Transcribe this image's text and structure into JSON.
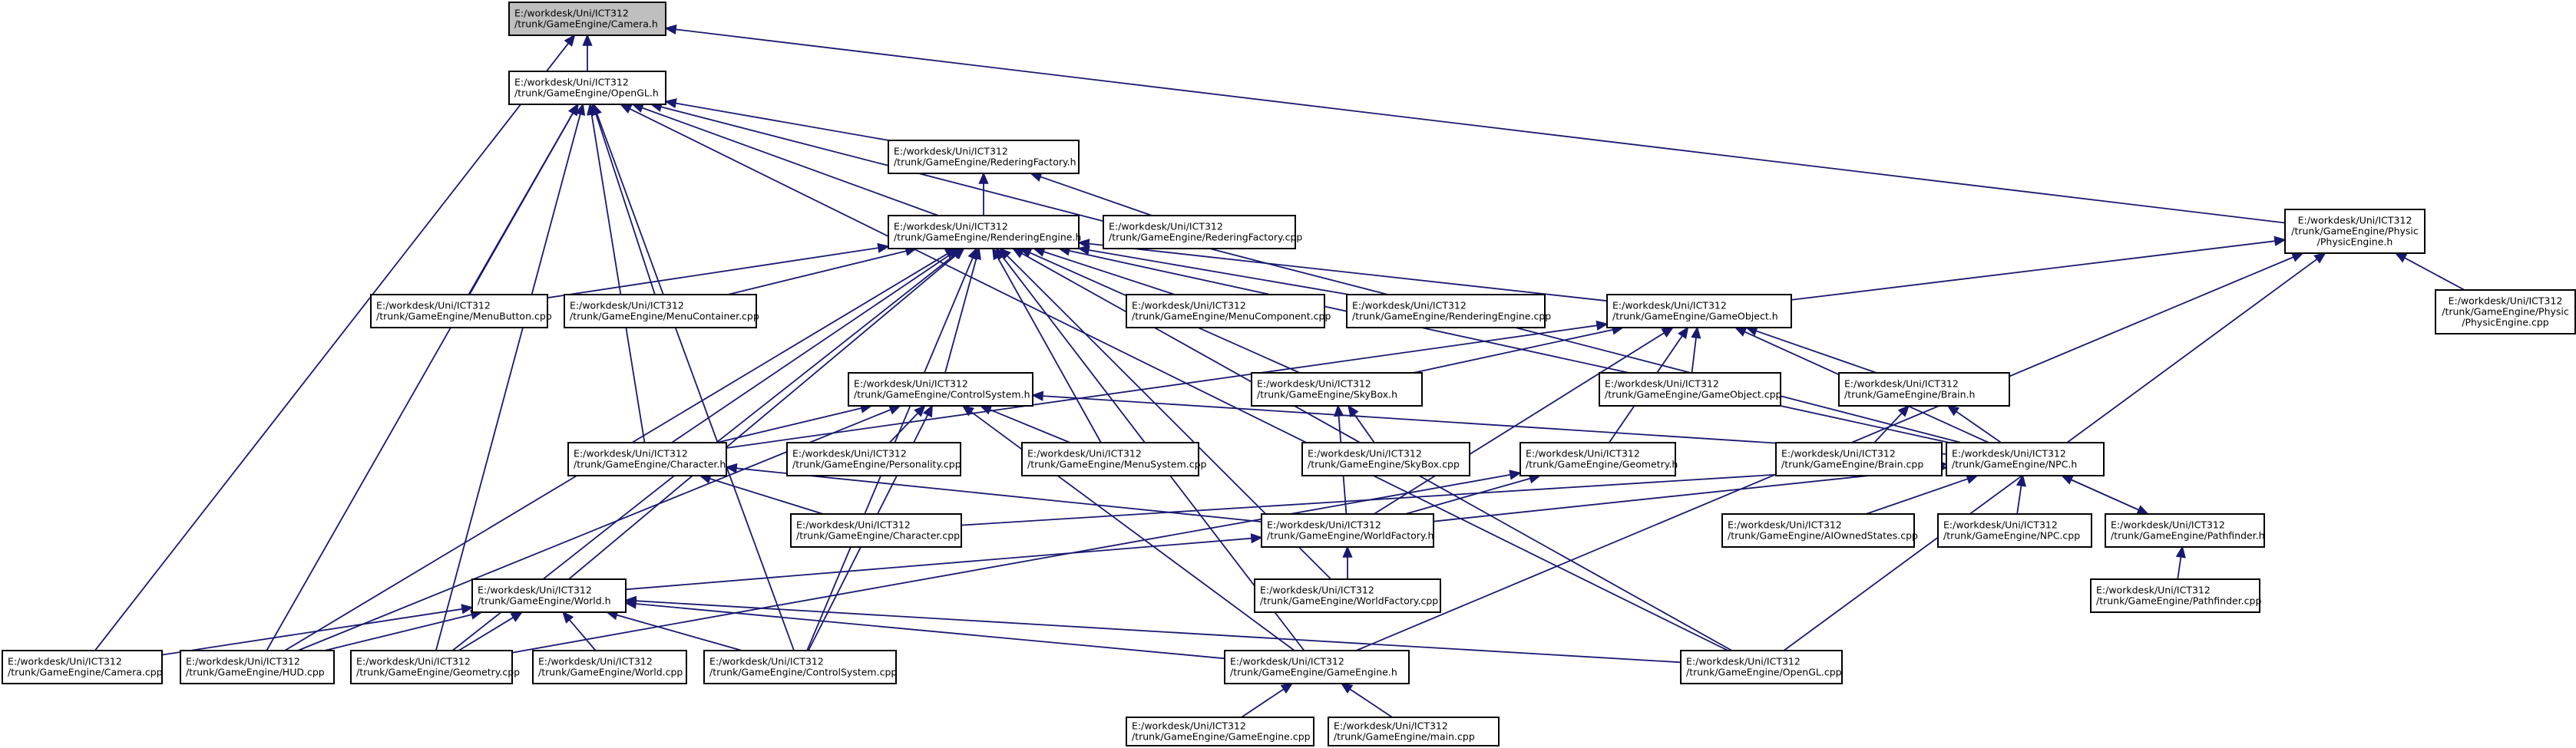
{
  "nodes": {
    "camera_h": [
      "E:/workdesk/Uni/ICT312",
      "/trunk/GameEngine/Camera.h"
    ],
    "opengl_h": [
      "E:/workdesk/Uni/ICT312",
      "/trunk/GameEngine/OpenGL.h"
    ],
    "rederingfactory_h": [
      "E:/workdesk/Uni/ICT312",
      "/trunk/GameEngine/RederingFactory.h"
    ],
    "physicengine_h": [
      "E:/workdesk/Uni/ICT312",
      "/trunk/GameEngine/Physic",
      "/PhysicEngine.h"
    ],
    "renderingengine_h": [
      "E:/workdesk/Uni/ICT312",
      "/trunk/GameEngine/RenderingEngine.h"
    ],
    "rederingfactory_cpp": [
      "E:/workdesk/Uni/ICT312",
      "/trunk/GameEngine/RederingFactory.cpp"
    ],
    "menubutton_cpp": [
      "E:/workdesk/Uni/ICT312",
      "/trunk/GameEngine/MenuButton.cpp"
    ],
    "menucontainer_cpp": [
      "E:/workdesk/Uni/ICT312",
      "/trunk/GameEngine/MenuContainer.cpp"
    ],
    "menucomponent_cpp": [
      "E:/workdesk/Uni/ICT312",
      "/trunk/GameEngine/MenuComponent.cpp"
    ],
    "renderingengine_cpp": [
      "E:/workdesk/Uni/ICT312",
      "/trunk/GameEngine/RenderingEngine.cpp"
    ],
    "gameobject_h": [
      "E:/workdesk/Uni/ICT312",
      "/trunk/GameEngine/GameObject.h"
    ],
    "physicengine_cpp": [
      "E:/workdesk/Uni/ICT312",
      "/trunk/GameEngine/Physic",
      "/PhysicEngine.cpp"
    ],
    "controlsystem_h": [
      "E:/workdesk/Uni/ICT312",
      "/trunk/GameEngine/ControlSystem.h"
    ],
    "skybox_h": [
      "E:/workdesk/Uni/ICT312",
      "/trunk/GameEngine/SkyBox.h"
    ],
    "gameobject_cpp": [
      "E:/workdesk/Uni/ICT312",
      "/trunk/GameEngine/GameObject.cpp"
    ],
    "brain_h": [
      "E:/workdesk/Uni/ICT312",
      "/trunk/GameEngine/Brain.h"
    ],
    "character_h": [
      "E:/workdesk/Uni/ICT312",
      "/trunk/GameEngine/Character.h"
    ],
    "personality_cpp": [
      "E:/workdesk/Uni/ICT312",
      "/trunk/GameEngine/Personality.cpp"
    ],
    "menusystem_cpp": [
      "E:/workdesk/Uni/ICT312",
      "/trunk/GameEngine/MenuSystem.cpp"
    ],
    "skybox_cpp": [
      "E:/workdesk/Uni/ICT312",
      "/trunk/GameEngine/SkyBox.cpp"
    ],
    "geometry_h": [
      "E:/workdesk/Uni/ICT312",
      "/trunk/GameEngine/Geometry.h"
    ],
    "brain_cpp": [
      "E:/workdesk/Uni/ICT312",
      "/trunk/GameEngine/Brain.cpp"
    ],
    "npc_h": [
      "E:/workdesk/Uni/ICT312",
      "/trunk/GameEngine/NPC.h"
    ],
    "character_cpp": [
      "E:/workdesk/Uni/ICT312",
      "/trunk/GameEngine/Character.cpp"
    ],
    "worldfactory_h": [
      "E:/workdesk/Uni/ICT312",
      "/trunk/GameEngine/WorldFactory.h"
    ],
    "aiownedstates_cpp": [
      "E:/workdesk/Uni/ICT312",
      "/trunk/GameEngine/AIOwnedStates.cpp"
    ],
    "npc_cpp": [
      "E:/workdesk/Uni/ICT312",
      "/trunk/GameEngine/NPC.cpp"
    ],
    "pathfinder_h": [
      "E:/workdesk/Uni/ICT312",
      "/trunk/GameEngine/Pathfinder.h"
    ],
    "world_h": [
      "E:/workdesk/Uni/ICT312",
      "/trunk/GameEngine/World.h"
    ],
    "worldfactory_cpp": [
      "E:/workdesk/Uni/ICT312",
      "/trunk/GameEngine/WorldFactory.cpp"
    ],
    "pathfinder_cpp": [
      "E:/workdesk/Uni/ICT312",
      "/trunk/GameEngine/Pathfinder.cpp"
    ],
    "camera_cpp": [
      "E:/workdesk/Uni/ICT312",
      "/trunk/GameEngine/Camera.cpp"
    ],
    "hud_cpp": [
      "E:/workdesk/Uni/ICT312",
      "/trunk/GameEngine/HUD.cpp"
    ],
    "geometry_cpp": [
      "E:/workdesk/Uni/ICT312",
      "/trunk/GameEngine/Geometry.cpp"
    ],
    "world_cpp": [
      "E:/workdesk/Uni/ICT312",
      "/trunk/GameEngine/World.cpp"
    ],
    "controlsystem_cpp": [
      "E:/workdesk/Uni/ICT312",
      "/trunk/GameEngine/ControlSystem.cpp"
    ],
    "gameengine_h": [
      "E:/workdesk/Uni/ICT312",
      "/trunk/GameEngine/GameEngine.h"
    ],
    "opengl_cpp": [
      "E:/workdesk/Uni/ICT312",
      "/trunk/GameEngine/OpenGL.cpp"
    ],
    "gameengine_cpp": [
      "E:/workdesk/Uni/ICT312",
      "/trunk/GameEngine/GameEngine.cpp"
    ],
    "main_cpp": [
      "E:/workdesk/Uni/ICT312",
      "/trunk/GameEngine/main.cpp"
    ]
  },
  "edges": [
    [
      "opengl_h",
      "camera_h"
    ],
    [
      "camera_cpp",
      "camera_h"
    ],
    [
      "physicengine_h",
      "camera_h"
    ],
    [
      "rederingfactory_h",
      "opengl_h"
    ],
    [
      "renderingengine_h",
      "opengl_h"
    ],
    [
      "menubutton_cpp",
      "opengl_h"
    ],
    [
      "menucontainer_cpp",
      "opengl_h"
    ],
    [
      "character_h",
      "opengl_h"
    ],
    [
      "hud_cpp",
      "opengl_h"
    ],
    [
      "geometry_cpp",
      "opengl_h"
    ],
    [
      "controlsystem_cpp",
      "opengl_h"
    ],
    [
      "npc_h",
      "opengl_h"
    ],
    [
      "opengl_cpp",
      "opengl_h"
    ],
    [
      "renderingengine_h",
      "rederingfactory_h"
    ],
    [
      "rederingfactory_cpp",
      "rederingfactory_h"
    ],
    [
      "gameobject_h",
      "physicengine_h"
    ],
    [
      "physicengine_cpp",
      "physicengine_h"
    ],
    [
      "gameengine_h",
      "physicengine_h"
    ],
    [
      "opengl_cpp",
      "physicengine_h"
    ],
    [
      "menubutton_cpp",
      "renderingengine_h"
    ],
    [
      "menucontainer_cpp",
      "renderingengine_h"
    ],
    [
      "menucomponent_cpp",
      "renderingengine_h"
    ],
    [
      "renderingengine_cpp",
      "renderingengine_h"
    ],
    [
      "gameobject_h",
      "renderingengine_h"
    ],
    [
      "controlsystem_h",
      "renderingengine_h"
    ],
    [
      "skybox_h",
      "renderingengine_h"
    ],
    [
      "character_h",
      "renderingengine_h"
    ],
    [
      "menusystem_cpp",
      "renderingengine_h"
    ],
    [
      "npc_h",
      "renderingengine_h"
    ],
    [
      "worldfactory_cpp",
      "renderingengine_h"
    ],
    [
      "world_h",
      "renderingengine_h"
    ],
    [
      "hud_cpp",
      "renderingengine_h"
    ],
    [
      "geometry_cpp",
      "renderingengine_h"
    ],
    [
      "controlsystem_cpp",
      "renderingengine_h"
    ],
    [
      "gameengine_h",
      "renderingengine_h"
    ],
    [
      "opengl_cpp",
      "renderingengine_h"
    ],
    [
      "gameobject_cpp",
      "gameobject_h"
    ],
    [
      "skybox_h",
      "gameobject_h"
    ],
    [
      "brain_h",
      "gameobject_h"
    ],
    [
      "geometry_h",
      "gameobject_h"
    ],
    [
      "npc_h",
      "gameobject_h"
    ],
    [
      "character_h",
      "gameobject_h"
    ],
    [
      "worldfactory_h",
      "gameobject_h"
    ],
    [
      "character_h",
      "controlsystem_h"
    ],
    [
      "personality_cpp",
      "controlsystem_h"
    ],
    [
      "menusystem_cpp",
      "controlsystem_h"
    ],
    [
      "npc_h",
      "controlsystem_h"
    ],
    [
      "hud_cpp",
      "controlsystem_h"
    ],
    [
      "controlsystem_cpp",
      "controlsystem_h"
    ],
    [
      "gameengine_h",
      "controlsystem_h"
    ],
    [
      "skybox_cpp",
      "skybox_h"
    ],
    [
      "worldfactory_h",
      "skybox_h"
    ],
    [
      "brain_cpp",
      "brain_h"
    ],
    [
      "npc_h",
      "brain_h"
    ],
    [
      "character_cpp",
      "character_h"
    ],
    [
      "worldfactory_h",
      "character_h"
    ],
    [
      "worldfactory_h",
      "geometry_h"
    ],
    [
      "geometry_cpp",
      "geometry_h"
    ],
    [
      "aiownedstates_cpp",
      "npc_h"
    ],
    [
      "npc_cpp",
      "npc_h"
    ],
    [
      "pathfinder_h",
      "npc_h"
    ],
    [
      "worldfactory_h",
      "npc_h"
    ],
    [
      "character_cpp",
      "npc_h"
    ],
    [
      "npc_h",
      "pathfinder_h"
    ],
    [
      "pathfinder_cpp",
      "pathfinder_h"
    ],
    [
      "world_h",
      "worldfactory_h"
    ],
    [
      "worldfactory_cpp",
      "worldfactory_h"
    ],
    [
      "camera_cpp",
      "world_h"
    ],
    [
      "hud_cpp",
      "world_h"
    ],
    [
      "geometry_cpp",
      "world_h"
    ],
    [
      "world_cpp",
      "world_h"
    ],
    [
      "controlsystem_cpp",
      "world_h"
    ],
    [
      "gameengine_h",
      "world_h"
    ],
    [
      "opengl_cpp",
      "world_h"
    ],
    [
      "gameengine_cpp",
      "gameengine_h"
    ],
    [
      "main_cpp",
      "gameengine_h"
    ]
  ]
}
